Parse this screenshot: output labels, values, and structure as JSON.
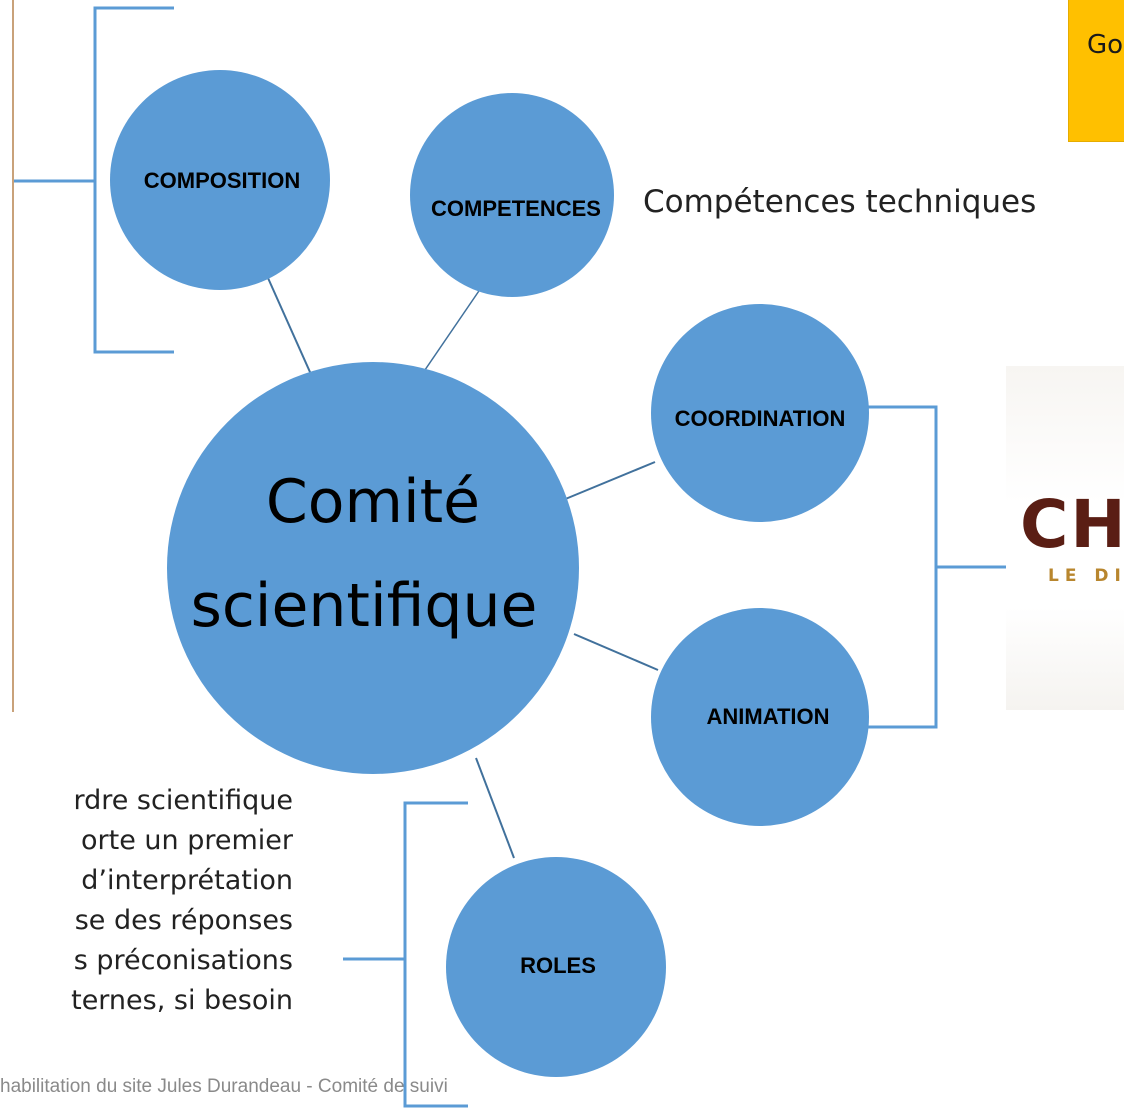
{
  "diagram": {
    "center": {
      "label_line1": "Comité",
      "label_line2": "scientifique"
    },
    "nodes": {
      "composition": "COMPOSITION",
      "competences": "COMPETENCES",
      "coordination": "COORDINATION",
      "animation": "ANIMATION",
      "roles": "ROLES"
    },
    "competences_detail": "Compétences techniques",
    "left_text_lines": [
      "rdre scientifique",
      "orte un premier",
      "d’interprétation",
      "se des réponses",
      "s préconisations",
      "ternes, si besoin"
    ],
    "colors": {
      "circle_fill": "#5b9bd5",
      "connector": "#41719c",
      "bracket": "#5b9bd5",
      "go_box": "#ffc000"
    }
  },
  "go_box": {
    "text": "Go"
  },
  "logo": {
    "main": "CHA",
    "sub": "LE DI"
  },
  "footer": {
    "text": "habilitation du site Jules Durandeau - Comité de suivi"
  }
}
